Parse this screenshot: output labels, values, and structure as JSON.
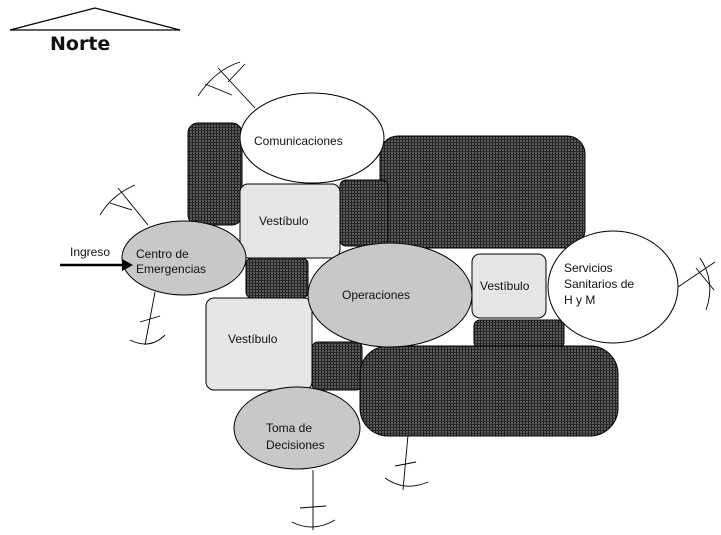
{
  "north_label": "Norte",
  "entry_label": "Ingreso",
  "rooms": {
    "comunicaciones": "Comunicaciones",
    "vestibulo_top": "Vestíbulo",
    "vestibulo_left": "Vestíbulo",
    "vestibulo_right": "Vestíbulo",
    "operaciones": "Operaciones",
    "centro_line1": "Centro de",
    "centro_line2": "Emergencias",
    "toma_line1": "Toma de",
    "toma_line2": "Decisiones",
    "servicios_line1": "Servicios",
    "servicios_line2": "Sanitarios de",
    "servicios_line3": "H y M"
  },
  "colors": {
    "hatched_fill": "#4a4a4a",
    "vestibule_fill": "#e6e6e6",
    "ellipse_gray": "#c8c8c8",
    "ellipse_white": "#ffffff",
    "stroke": "#000000"
  }
}
